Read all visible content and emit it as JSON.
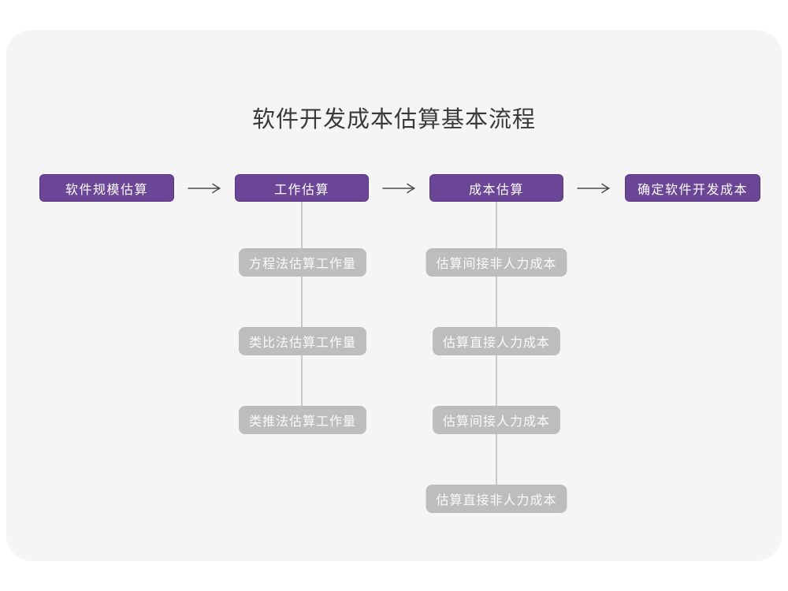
{
  "page": {
    "title": "软件开发成本估算基本流程"
  },
  "colors": {
    "canvas_bg": "#ffffff",
    "card_bg": "#f5f5f6",
    "node_bg": "#6b4596",
    "node_border": "#5b3489",
    "node_text": "#ffffff",
    "sub_node_bg": "#bdbdbd",
    "sub_node_text": "#fafafa",
    "connector_line": "#c8c8c8",
    "arrow": "#4d4d4d",
    "title_text": "#3a3a3a"
  },
  "flow": {
    "nodes": [
      {
        "id": "software-scale-estimation",
        "label": "软件规模估算"
      },
      {
        "id": "work-estimation",
        "label": "工作估算"
      },
      {
        "id": "cost-estimation",
        "label": "成本估算"
      },
      {
        "id": "determine-software-development-cost",
        "label": "确定软件开发成本"
      }
    ]
  },
  "sub_columns": [
    {
      "parent": "工作估算",
      "items": [
        "方程法估算工作量",
        "类比法估算工作量",
        "类推法估算工作量"
      ]
    },
    {
      "parent": "成本估算",
      "items": [
        "估算间接非人力成本",
        "估算直接人力成本",
        "估算间接人力成本",
        "估算直接非人力成本"
      ]
    }
  ]
}
